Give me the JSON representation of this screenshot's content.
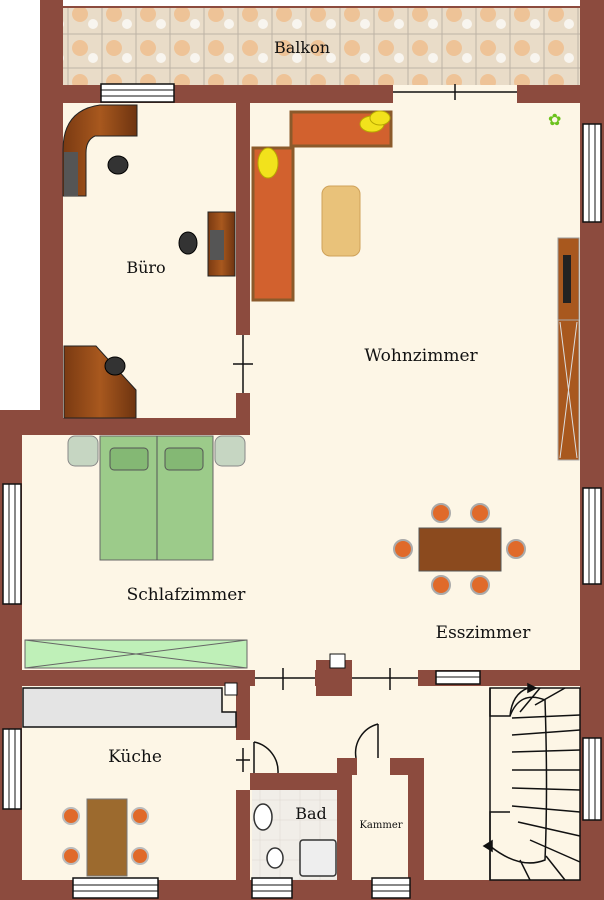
{
  "plan": {
    "rooms": {
      "balkon": "Balkon",
      "buero": "Büro",
      "wohnzimmer": "Wohnzimmer",
      "schlafzimmer": "Schlafzimmer",
      "esszimmer": "Esszimmer",
      "kueche": "Küche",
      "bad": "Bad",
      "kammer": "Kammer"
    },
    "colors": {
      "wall": "#8C4B3E",
      "floor": "#FDF6E6",
      "sofa": "#D2612E",
      "wood": "#8B4A1E",
      "bed": "#9CCB8A",
      "kitchen_tile": "#E8C2A0"
    }
  }
}
